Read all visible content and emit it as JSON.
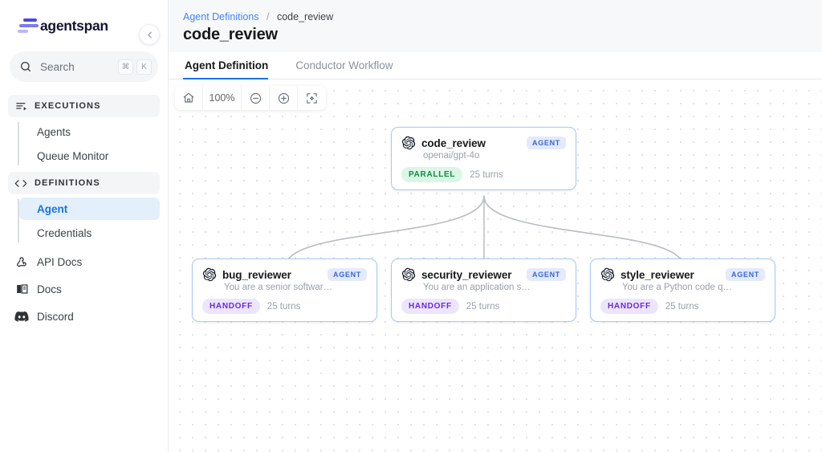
{
  "brand": {
    "name": "agentspan",
    "logo_icon": "agentspan-bars-logo",
    "accent": "#5b5bf0"
  },
  "sidebar": {
    "collapse_icon": "chevron-left-icon",
    "search": {
      "placeholder": "Search",
      "icon": "search-icon",
      "kbd_mod": "⌘",
      "kbd_key": "K"
    },
    "sections": [
      {
        "label": "EXECUTIONS",
        "icon": "executions-list-icon",
        "children": [
          {
            "label": "Agents",
            "active": false
          },
          {
            "label": "Queue Monitor",
            "active": false
          }
        ]
      },
      {
        "label": "DEFINITIONS",
        "icon": "code-brackets-icon",
        "children": [
          {
            "label": "Agent",
            "active": true
          },
          {
            "label": "Credentials",
            "active": false
          }
        ]
      }
    ],
    "links": [
      {
        "label": "API Docs",
        "icon": "webhook-icon"
      },
      {
        "label": "Docs",
        "icon": "book-icon"
      },
      {
        "label": "Discord",
        "icon": "discord-icon"
      }
    ]
  },
  "header": {
    "breadcrumb": {
      "root": "Agent Definitions",
      "separator": "/",
      "current": "code_review"
    },
    "title": "code_review"
  },
  "tabs": [
    {
      "label": "Agent Definition",
      "active": true
    },
    {
      "label": "Conductor Workflow",
      "active": false
    }
  ],
  "toolbar": {
    "home_icon": "home-icon",
    "zoom_level": "100%",
    "zoom_out_icon": "zoom-out-icon",
    "zoom_in_icon": "zoom-in-icon",
    "fit_view_icon": "fit-view-icon"
  },
  "graph": {
    "root": {
      "name": "code_review",
      "provider_icon": "openai-icon",
      "subtitle": "openai/gpt-4o",
      "badge": "AGENT",
      "pill": "PARALLEL",
      "pill_kind": "parallel",
      "turns": "25 turns"
    },
    "children": [
      {
        "name": "bug_reviewer",
        "provider_icon": "openai-icon",
        "subtitle": "You are a senior softwar…",
        "badge": "AGENT",
        "pill": "HANDOFF",
        "pill_kind": "handoff",
        "turns": "25 turns"
      },
      {
        "name": "security_reviewer",
        "provider_icon": "openai-icon",
        "subtitle": "You are an application s…",
        "badge": "AGENT",
        "pill": "HANDOFF",
        "pill_kind": "handoff",
        "turns": "25 turns"
      },
      {
        "name": "style_reviewer",
        "provider_icon": "openai-icon",
        "subtitle": "You are a Python code q…",
        "badge": "AGENT",
        "pill": "HANDOFF",
        "pill_kind": "handoff",
        "turns": "25 turns"
      }
    ]
  }
}
